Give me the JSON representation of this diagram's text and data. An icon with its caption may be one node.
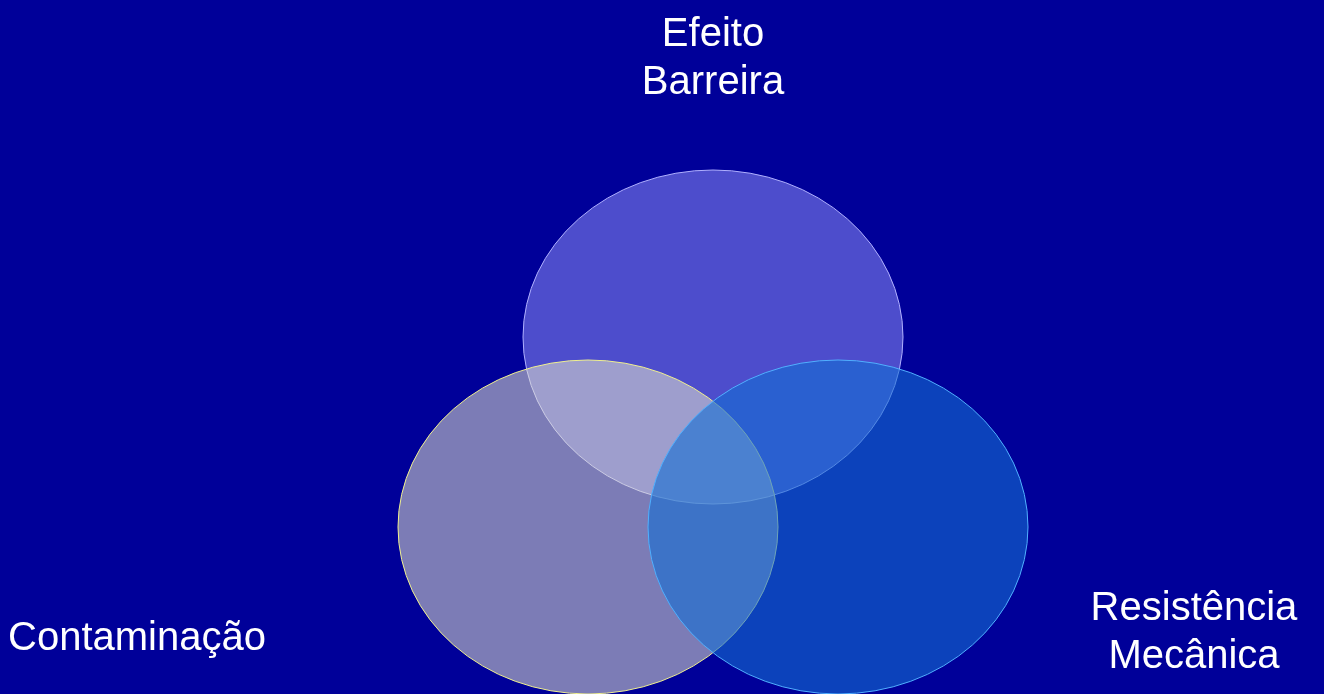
{
  "diagram": {
    "nodes": [
      {
        "text": [
          "Efeito Barreira"
        ]
      },
      {
        "text": [
          "Contaminação"
        ]
      },
      {
        "text": [
          "Resistência Mecânica"
        ]
      }
    ]
  }
}
